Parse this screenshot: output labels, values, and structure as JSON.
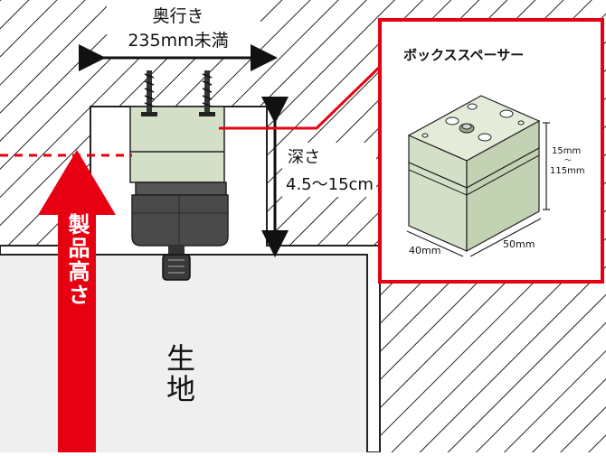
{
  "labels": {
    "depth_top_partial": "奥行き",
    "depth_top_value": "235mm未満",
    "depth_side_line1": "深さ",
    "depth_side_line2": "4.5〜15cm",
    "vertical_product_height": "製品高さ",
    "fabric_char1": "生",
    "fabric_char2": "地"
  },
  "inset": {
    "title": "ボックススペーサー",
    "height_min": "15mm",
    "height_tilde": "〜",
    "height_max": "115mm",
    "width_left": "40mm",
    "width_right": "50mm"
  },
  "colors": {
    "red": "#e60012",
    "spacer": "#d4dfc7",
    "motor": "#4a4a4a",
    "hatch": "#222222"
  }
}
